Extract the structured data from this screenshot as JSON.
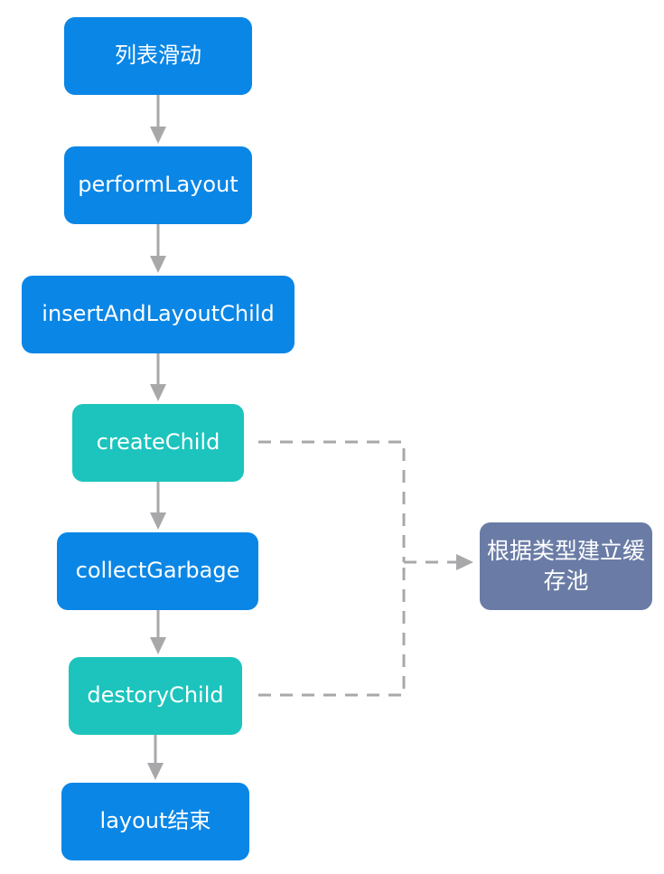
{
  "nodes": {
    "list_scroll": "列表滑动",
    "perform_layout": "performLayout",
    "insert_and_layout_child": "insertAndLayoutChild",
    "create_child": "createChild",
    "collect_garbage": "collectGarbage",
    "destory_child": "destoryChild",
    "layout_end": "layout结束",
    "cache_pool": "根据类型建立缓存池"
  },
  "colors": {
    "primary_node": "#0a86e6",
    "highlight_node": "#1cc4bd",
    "result_node": "#6a7ca6",
    "arrow": "#a8a8ab"
  }
}
